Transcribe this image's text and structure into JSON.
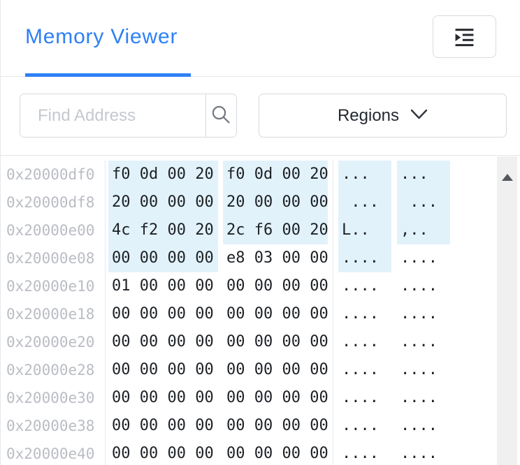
{
  "colors": {
    "accent": "#2e80f5",
    "highlight": "#e2f2fb"
  },
  "header": {
    "title": "Memory Viewer",
    "menu_button_icon": "indent-increase-icon"
  },
  "toolbar": {
    "find_placeholder": "Find Address",
    "search_icon": "search-icon",
    "regions_label": "Regions",
    "regions_icon": "chevron-down-icon"
  },
  "memory": {
    "columns": [
      "address",
      "hex-word-1",
      "hex-word-2",
      "ascii-word-1",
      "ascii-word-2"
    ],
    "rows": [
      {
        "address": "0x20000df0",
        "hex": [
          "f0 0d 00 20",
          "f0 0d 00 20"
        ],
        "ascii": [
          "... ",
          "... "
        ],
        "hl": [
          true,
          true
        ]
      },
      {
        "address": "0x20000df8",
        "hex": [
          "20 00 00 00",
          "20 00 00 00"
        ],
        "ascii": [
          " ...",
          " ..."
        ],
        "hl": [
          true,
          true
        ]
      },
      {
        "address": "0x20000e00",
        "hex": [
          "4c f2 00 20",
          "2c f6 00 20"
        ],
        "ascii": [
          "L.. ",
          ",.. "
        ],
        "hl": [
          true,
          true
        ]
      },
      {
        "address": "0x20000e08",
        "hex": [
          "00 00 00 00",
          "e8 03 00 00"
        ],
        "ascii": [
          "....",
          "...."
        ],
        "hl": [
          true,
          false
        ]
      },
      {
        "address": "0x20000e10",
        "hex": [
          "01 00 00 00",
          "00 00 00 00"
        ],
        "ascii": [
          "....",
          "...."
        ],
        "hl": [
          false,
          false
        ]
      },
      {
        "address": "0x20000e18",
        "hex": [
          "00 00 00 00",
          "00 00 00 00"
        ],
        "ascii": [
          "....",
          "...."
        ],
        "hl": [
          false,
          false
        ]
      },
      {
        "address": "0x20000e20",
        "hex": [
          "00 00 00 00",
          "00 00 00 00"
        ],
        "ascii": [
          "....",
          "...."
        ],
        "hl": [
          false,
          false
        ]
      },
      {
        "address": "0x20000e28",
        "hex": [
          "00 00 00 00",
          "00 00 00 00"
        ],
        "ascii": [
          "....",
          "...."
        ],
        "hl": [
          false,
          false
        ]
      },
      {
        "address": "0x20000e30",
        "hex": [
          "00 00 00 00",
          "00 00 00 00"
        ],
        "ascii": [
          "....",
          "...."
        ],
        "hl": [
          false,
          false
        ]
      },
      {
        "address": "0x20000e38",
        "hex": [
          "00 00 00 00",
          "00 00 00 00"
        ],
        "ascii": [
          "....",
          "...."
        ],
        "hl": [
          false,
          false
        ]
      },
      {
        "address": "0x20000e40",
        "hex": [
          "00 00 00 00",
          "00 00 00 00"
        ],
        "ascii": [
          "....",
          "...."
        ],
        "hl": [
          false,
          false
        ]
      }
    ]
  },
  "scrollbar": {
    "up_arrow_icon": "scroll-up-arrow-icon"
  }
}
